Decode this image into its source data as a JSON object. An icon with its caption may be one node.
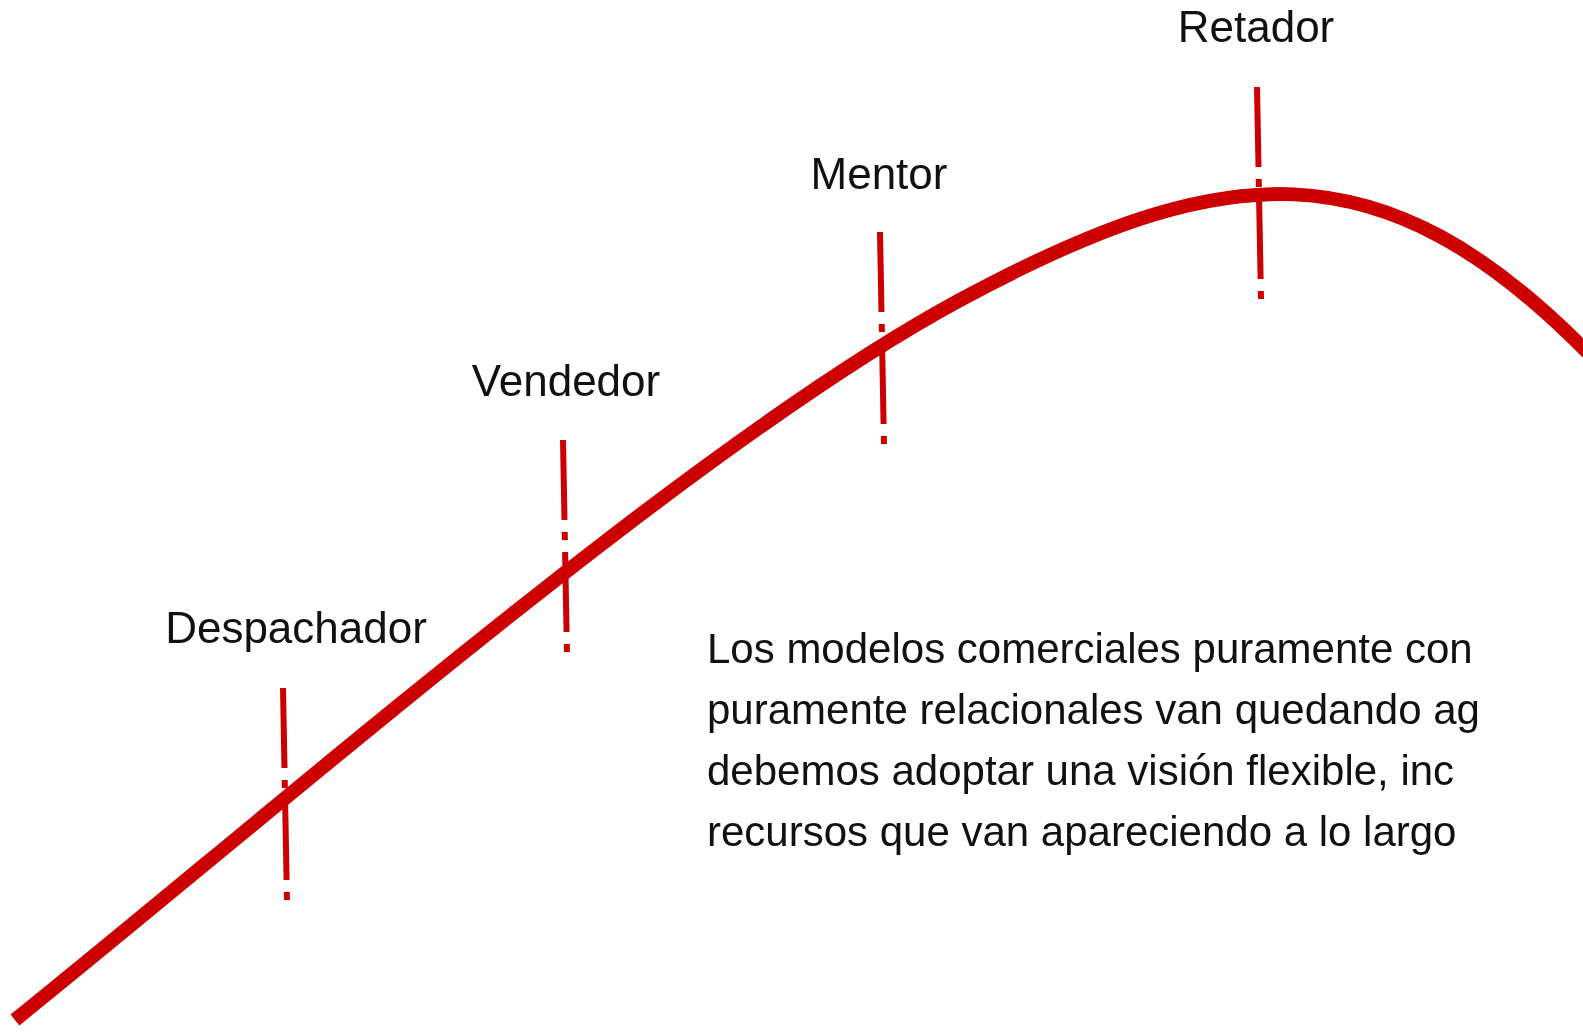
{
  "diagram": {
    "labels": [
      "Retador",
      "Mentor",
      "Vendedor",
      "Despachador",
      "Los modelos comerciales puramente con",
      "puramente relacionales van quedando ag",
      "debemos adoptar una visión flexible, inc",
      "recursos que van apareciendo a lo largo"
    ]
  }
}
